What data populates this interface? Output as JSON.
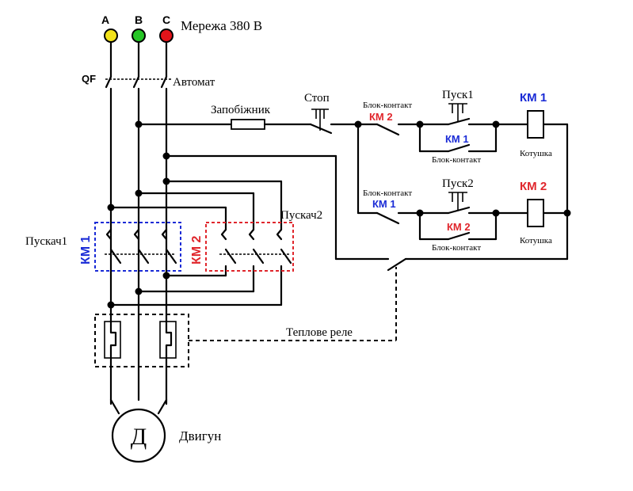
{
  "phases": [
    {
      "label": "A",
      "color": "#f2e21a"
    },
    {
      "label": "B",
      "color": "#26c526"
    },
    {
      "label": "C",
      "color": "#e3141a"
    }
  ],
  "labels": {
    "network": "Мережа 380 В",
    "qf": "QF",
    "breaker": "Автомат",
    "fuse": "Запобіжник",
    "stop": "Стоп",
    "start1": "Пуск1",
    "start2": "Пуск2",
    "contactor1": "Пускач1",
    "contactor2": "Пускач2",
    "thermal_relay": "Теплове реле",
    "motor": "Двигун",
    "motor_symbol": "Д",
    "aux_contact": "Блок-контакт",
    "coil": "Котушка",
    "km1": "КМ 1",
    "km2": "КМ 2"
  },
  "colors": {
    "km1": "#1a2bd6",
    "km2": "#e0262c",
    "wire": "#000000"
  }
}
